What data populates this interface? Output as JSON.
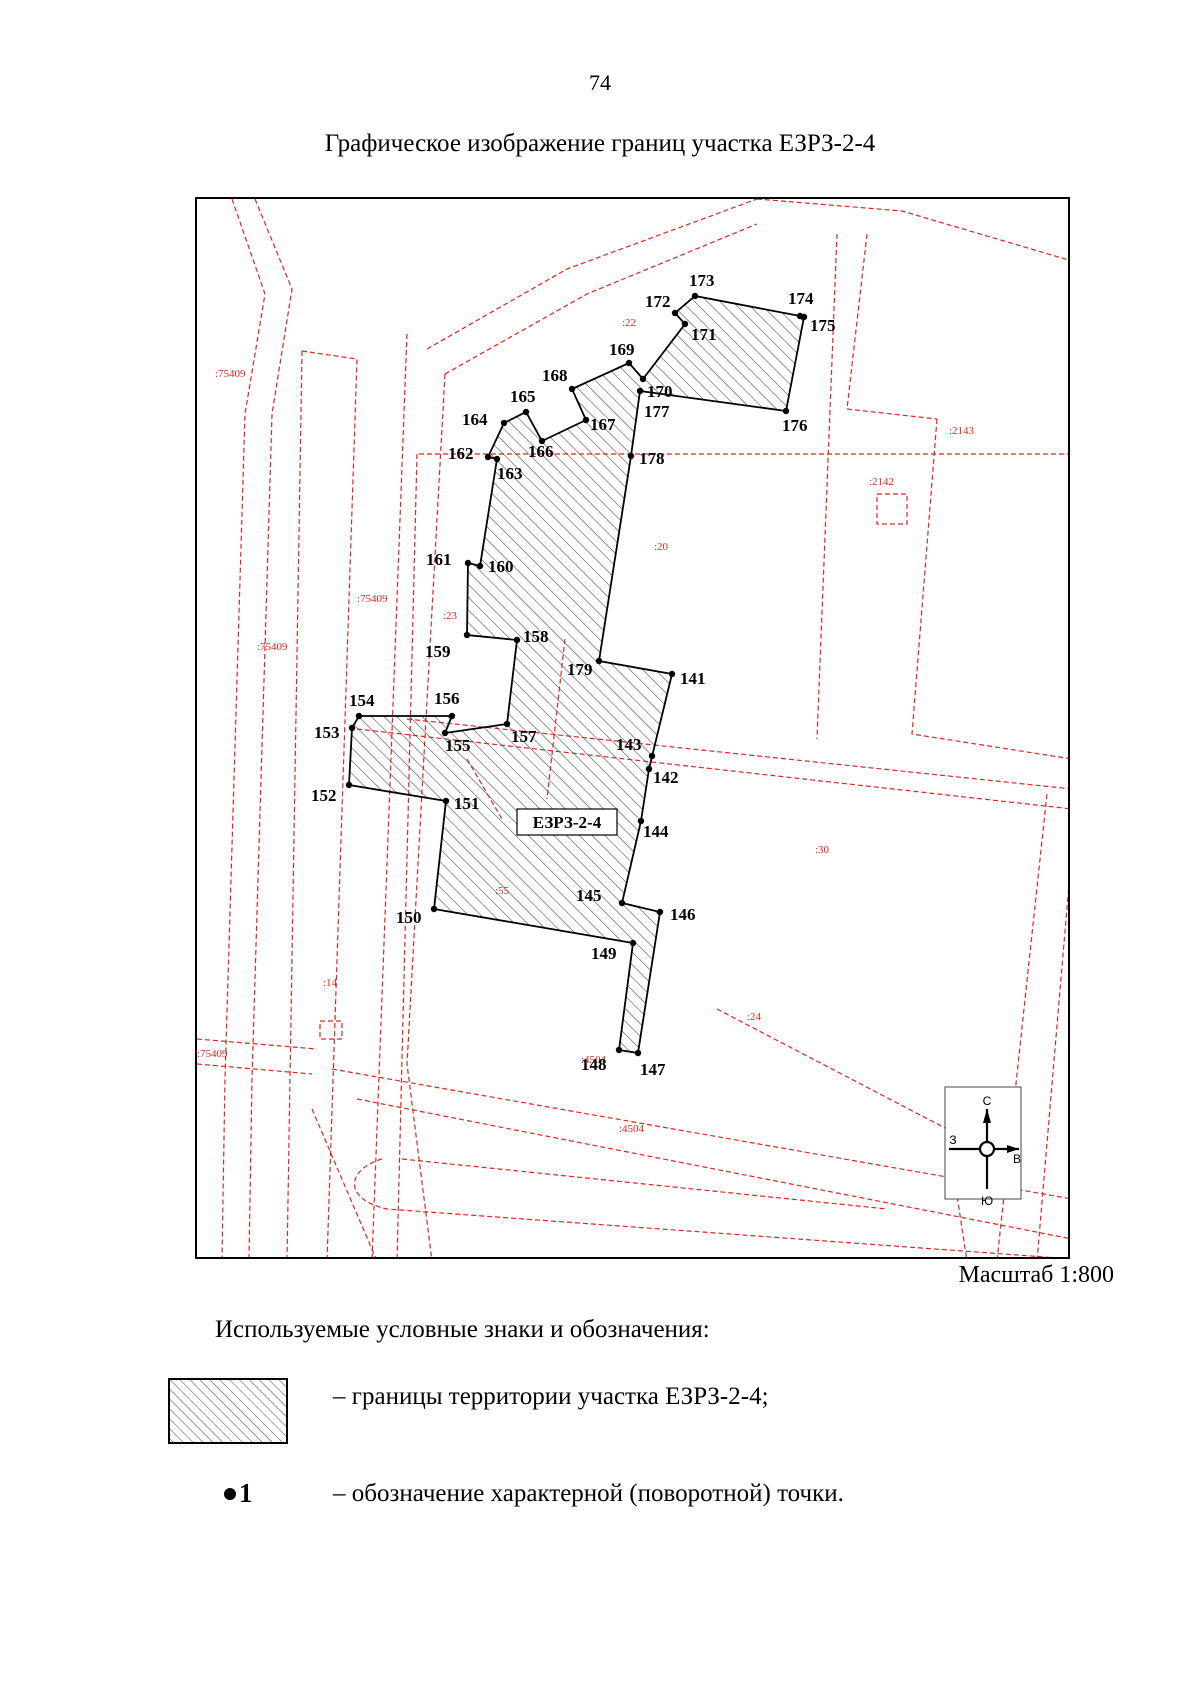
{
  "page_number": "74",
  "title": "Графическое изображение границ участка ЕЗРЗ-2-4",
  "map": {
    "zone_label": "ЕЗРЗ-2-4",
    "colors": {
      "boundary": "#000000",
      "cadastral": "#e0261e",
      "hatch": "#555555"
    },
    "points": [
      "141",
      "142",
      "143",
      "144",
      "145",
      "146",
      "147",
      "148",
      "149",
      "150",
      "151",
      "152",
      "153",
      "154",
      "155",
      "156",
      "157",
      "158",
      "159",
      "160",
      "161",
      "162",
      "163",
      "164",
      "165",
      "166",
      "167",
      "168",
      "169",
      "170",
      "171",
      "172",
      "173",
      "174",
      "175",
      "176",
      "177",
      "178",
      "179"
    ],
    "cadastral_labels": [
      ":75409",
      ":75409",
      ":75409",
      ":75409",
      ":22",
      ":2143",
      ":2142",
      ":20",
      ":23",
      ":30",
      ":55",
      ":14",
      ":24",
      ":4504",
      ":4504"
    ],
    "compass": {
      "north": "С",
      "south": "Ю",
      "east": "В",
      "west": "З",
      "icon": "compass-rose-icon"
    }
  },
  "scale": "Масштаб 1:800",
  "legend": {
    "heading": "Используемые условные знаки и обозначения:",
    "items": [
      {
        "symbol": "hatched-area-icon",
        "text": "– границы территории участка ЕЗРЗ-2-4;"
      },
      {
        "symbol": "point-marker-icon",
        "symbol_label": "1",
        "text": "– обозначение характерной (поворотной) точки."
      }
    ]
  }
}
